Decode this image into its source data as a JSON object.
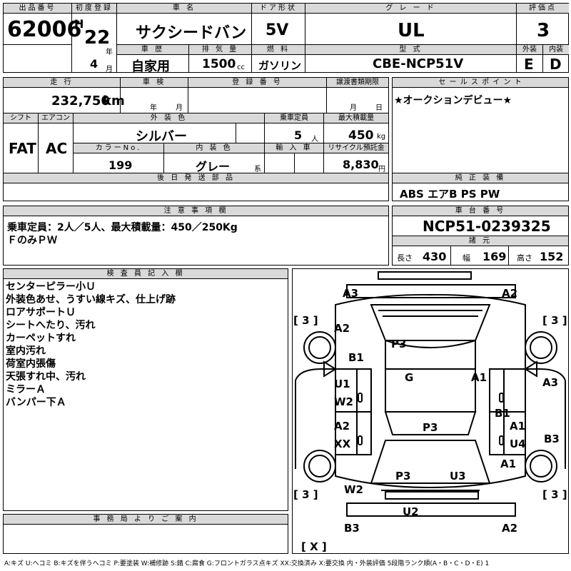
{
  "top": {
    "lot_no_label": "出品番号",
    "lot_no": "62006",
    "first_reg_label": "初度登録",
    "era": "H",
    "year": "22",
    "year_unit": "年",
    "month": "4",
    "month_unit": "月",
    "car_name_label": "車 名",
    "car_name": "サクシードバン",
    "doors_label": "ドア形状",
    "doors": "5V",
    "grade_label": "グ レ ー ド",
    "grade": "UL",
    "score_label": "評価点",
    "score": "3",
    "history_label": "車 歴",
    "history": "自家用",
    "displacement_label": "排 気 量",
    "displacement": "1500",
    "displacement_unit": "cc",
    "fuel_label": "燃 料",
    "fuel": "ガソリン",
    "model_label": "型 式",
    "model": "CBE-NCP51V",
    "exterior_label": "外装",
    "exterior": "E",
    "interior_label": "内装",
    "interior": "D"
  },
  "row2": {
    "mileage_label": "走 行",
    "mileage": "232,750",
    "mileage_unit": "km",
    "inspection_label": "車 検",
    "insp_year_unit": "年",
    "insp_month_unit": "月",
    "reg_no_label": "登 録 番 号",
    "transfer_label": "譲渡書類期限",
    "transfer_month_unit": "月",
    "transfer_day_unit": "日",
    "sales_point_label": "セ ー ル ス ポ イ ン ト",
    "sales_point": "★オークションデビュー★"
  },
  "row3": {
    "shift_label": "シフト",
    "shift": "FAT",
    "ac_label": "エアコン",
    "ac": "AC",
    "ext_color_label": "外 装 色",
    "ext_color": "シルバー",
    "capacity_label": "乗車定員",
    "capacity": "5",
    "capacity_unit": "人",
    "max_load_label": "最大積載量",
    "max_load": "450",
    "max_load_unit": "kg",
    "color_no_label": "カラーNo.",
    "color_no": "199",
    "int_color_label": "内 装 色",
    "int_color": "グレー",
    "int_color_unit": "系",
    "import_label": "輸 入 車",
    "recycle_label": "リサイクル預託金",
    "recycle": "8,830",
    "recycle_unit": "円",
    "later_parts_label": "後 日 発 送 部 品",
    "equipment_label": "純 正 装 備",
    "equipment": "ABS エアB PS PW"
  },
  "caution": {
    "label": "注 意 事 項 欄",
    "lines": [
      "乗車定員：2人／5人、最大積載量：450／250Kg",
      "ＦのみＰＷ"
    ]
  },
  "chassis": {
    "label": "車 台 番 号",
    "value": "NCP51-0239325",
    "spec_label": "諸 元",
    "length_label": "長さ",
    "length": "430",
    "width_label": "幅",
    "width": "169",
    "height_label": "高さ",
    "height": "152"
  },
  "inspector": {
    "label": "検 査 員 記 入 欄",
    "lines": [
      "センターピラー小Ｕ",
      "外装色あせ、うすい線キズ、仕上げ跡",
      "ロアサポートＵ",
      "シートへたり、汚れ",
      "カーペットすれ",
      "室内汚れ",
      "荷室内張傷",
      "天張すれ中、汚れ",
      "ミラーＡ",
      "バンパー下Ａ"
    ]
  },
  "office": {
    "label": "事 務 局 よ り ご 案 内"
  },
  "legend": "A:キズ U:ヘコミ B:キズを伴うヘコミ P:要塗装 W:補修跡 S:錆 C:腐食 G:フロントガラス点キズ XX:交換済み X:要交換 内・外装評価 5段階ランク順(A・B・C・D・E) 1",
  "diagram": {
    "marks": [
      "A3",
      "A2",
      "A2",
      "B1",
      "P3",
      "[ 3 ]",
      "[ 3 ]",
      "U1",
      "W2",
      "G",
      "A1",
      "A3",
      "B1",
      "A2",
      "XX",
      "P3",
      "A1",
      "U4",
      "B3",
      "A1",
      "P3",
      "U3",
      "W2",
      "[ 3 ]",
      "[ 3 ]",
      "U2",
      "B3",
      "A2",
      "[ X ]"
    ]
  }
}
